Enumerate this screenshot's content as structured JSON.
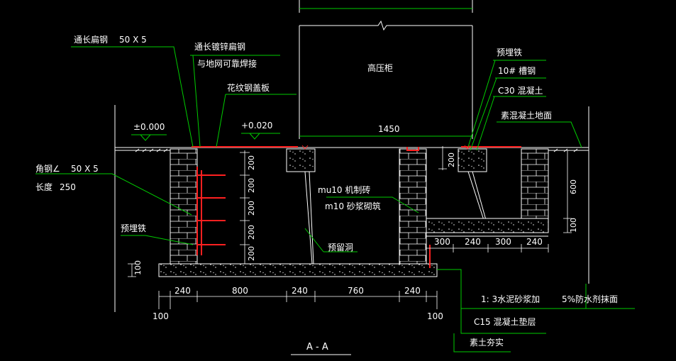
{
  "labels": {
    "flat_steel": "通长扁钢",
    "flat_steel_size": "50 X 5",
    "galv_flat_steel": "通长镀锌扁钢",
    "ground_net": "与地网可靠焊接",
    "checker_plate": "花纹钢盖板",
    "high_voltage_cabinet": "高压柜",
    "embedded_iron_top": "预埋铁",
    "channel_steel": "10# 槽钢",
    "c30_concrete": "C30 混凝土",
    "plain_concrete_floor": "素混凝土地面",
    "elev_zero": "±0.000",
    "elev_020": "+0.020",
    "width_1450": "1450",
    "angle_steel": "角钢∠",
    "angle_size": "50 X 5",
    "length": "长度",
    "length_val": "250",
    "embedded_iron_left": "预埋铁",
    "brick": "mu10 机制砖",
    "mortar": "m10 砂浆砌筑",
    "drain_hole": "预留洞",
    "mortar_plaster": "1: 3水泥砂浆加",
    "waterproof": "5%防水剂抹面",
    "c15_cushion": "C15 混凝土垫层",
    "compacted_soil": "素土夯实",
    "section": "A - A"
  },
  "dims": {
    "left_vert": [
      "200",
      "200",
      "200",
      "200",
      "200"
    ],
    "right_200": "200",
    "right_600": "600",
    "right_100": "100",
    "left_100": "100",
    "bottom": [
      "240",
      "800",
      "240",
      "760",
      "240"
    ],
    "bottom_ends": [
      "100",
      "100"
    ],
    "right_pit": [
      "300",
      "240",
      "300",
      "240"
    ]
  },
  "colors": {
    "line": "#ffffff",
    "leader": "#00cc00",
    "steel": "#ff2020",
    "dim": "#ffffff"
  }
}
